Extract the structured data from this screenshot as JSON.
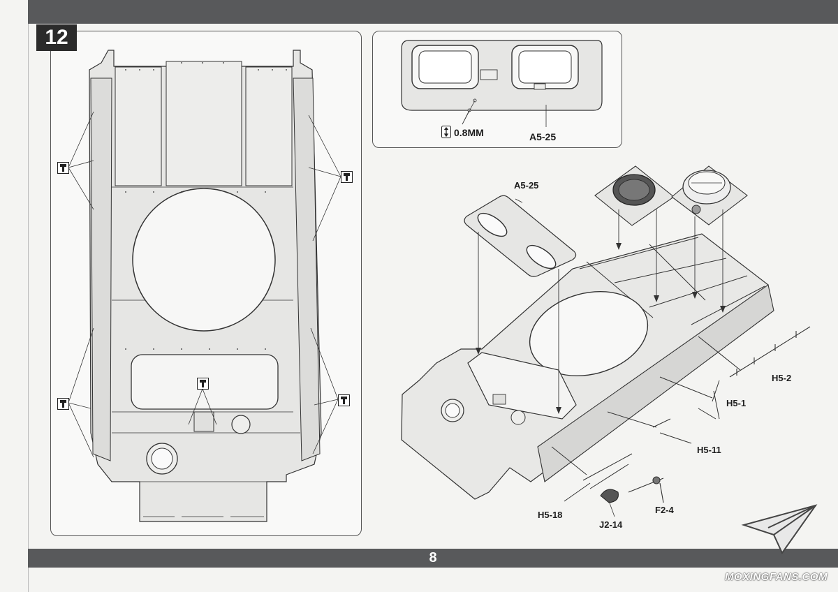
{
  "step": {
    "number": "12"
  },
  "page": {
    "number": "8"
  },
  "inset": {
    "drill_label": "0.8MM",
    "part_label": "A5-25"
  },
  "callouts": {
    "a5_25": "A5-25",
    "h5_2": "H5-2",
    "h5_1": "H5-1",
    "h5_11": "H5-11",
    "f2_4": "F2-4",
    "h5_18": "H5-18",
    "j2_14": "J2-14"
  },
  "watermark": {
    "text": "MOXINGFANS.COM"
  },
  "icons": {
    "glue": "glue-marker-icon",
    "drill": "drill-icon",
    "logo": "paper-plane-logo-icon"
  },
  "colors": {
    "bar": "#58595b",
    "panel_border": "#555555",
    "part_fill": "#e6e6e4",
    "line": "#333333"
  }
}
